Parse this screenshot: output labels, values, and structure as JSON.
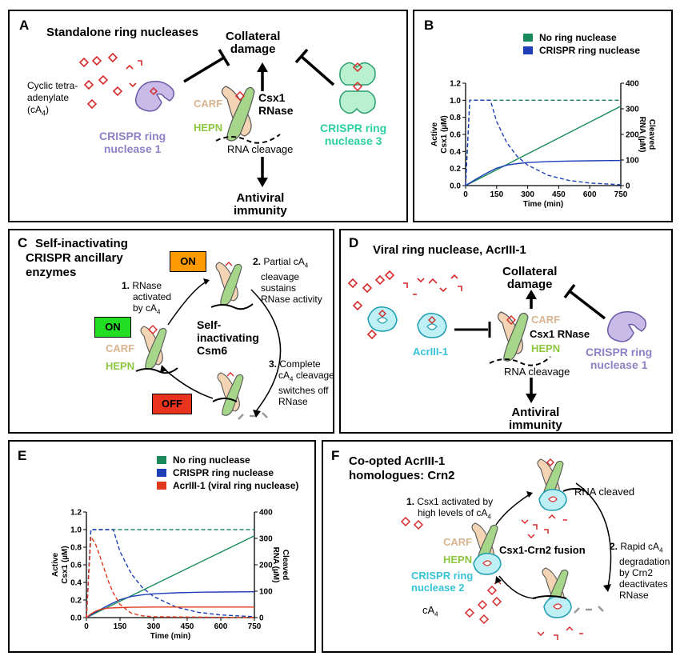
{
  "panelA": {
    "letter": "A",
    "title": "Standalone ring nucleases",
    "collateral": [
      "Collateral",
      "damage"
    ],
    "cyclic": [
      "Cyclic tetra-",
      "adenylate"
    ],
    "cyclic_abbr": "(cA",
    "cyclic_sub": "4",
    "cyclic_close": ")",
    "csx1": [
      "Csx1",
      "RNase"
    ],
    "carf": "CARF",
    "hepn": "HEPN",
    "crispr1": [
      "CRISPR ring",
      "nuclease 1"
    ],
    "crispr3": [
      "CRISPR ring",
      "nuclease 3"
    ],
    "rna_cleavage": "RNA cleavage",
    "antiviral": [
      "Antiviral",
      "immunity"
    ]
  },
  "panelB": {
    "letter": "B",
    "legend": [
      "No ring nuclease",
      "CRISPR ring nuclease"
    ],
    "ylabel_left": [
      "Active",
      "Csx1 (µM)"
    ],
    "ylabel_right": [
      "Cleaved",
      "RNA (µM)"
    ],
    "xlabel": "Time (min)"
  },
  "panelC": {
    "letter": "C",
    "title": [
      "Self-inactivating",
      "CRISPR ancillary",
      "enzymes"
    ],
    "on_top": "ON",
    "on_left": "ON",
    "off": "OFF",
    "step1": [
      "RNase",
      "activated",
      "by cA"
    ],
    "step1_num": "1.",
    "step1_sub": "4",
    "step2_num": "2.",
    "step2": [
      "Partial cA",
      "cleavage",
      "sustains",
      "RNase activity"
    ],
    "step2_sub": "4",
    "step3_num": "3.",
    "step3": [
      "Complete",
      "cA",
      "cleavage",
      "switches off",
      "RNase"
    ],
    "step3_sub": "4",
    "center": [
      "Self-",
      "inactivating",
      "Csm6"
    ],
    "carf": "CARF",
    "hepn": "HEPN"
  },
  "panelD": {
    "letter": "D",
    "title": "Viral ring nuclease, AcrIII-1",
    "collateral": [
      "Collateral",
      "damage"
    ],
    "acr": "AcrIII-1",
    "carf": "CARF",
    "csx1": "Csx1 RNase",
    "hepn": "HEPN",
    "rna_cleavage": "RNA cleavage",
    "crispr1": [
      "CRISPR ring",
      "nuclease 1"
    ],
    "antiviral": [
      "Antiviral",
      "immunity"
    ]
  },
  "panelE": {
    "letter": "E",
    "legend": [
      "No ring nuclease",
      "CRISPR ring nuclease",
      "AcrIII-1 (viral ring nuclease)"
    ],
    "ylabel_left": [
      "Active",
      "Csx1 (µM)"
    ],
    "ylabel_right": [
      "Cleaved",
      "RNA (µM)"
    ],
    "xlabel": "Time (min)"
  },
  "panelF": {
    "letter": "F",
    "title": [
      "Co-opted AcrIII-1",
      "homologues: Crn2"
    ],
    "step1_num": "1.",
    "step1": [
      "Csx1 activated by",
      "high levels of cA"
    ],
    "step1_sub": "4",
    "rna_cleaved": "RNA cleaved",
    "carf": "CARF",
    "hepn": "HEPN",
    "fusion": "Csx1-Crn2 fusion",
    "crispr2": [
      "CRISPR ring",
      "nuclease 2"
    ],
    "step2_num": "2.",
    "step2": [
      "Rapid cA",
      "degradation",
      "by Crn2",
      "deactivates",
      "RNase"
    ],
    "step2_sub": "4",
    "ca4": "cA",
    "ca4_sub": "4"
  },
  "colors": {
    "green": "#1a8a5a",
    "blue": "#1f3fb8",
    "red": "#e0391b",
    "purple": "#8f80c7",
    "teal": "#2ccfa0",
    "cyan": "#38c4d6",
    "on": "#22dd22",
    "on_orange": "#ff9a00",
    "off": "#e8341c"
  },
  "chart_data": [
    {
      "type": "line",
      "panel": "B",
      "xlabel": "Time (min)",
      "ylabel": "Active Csx1 (µM)",
      "ylabel_right": "Cleaved RNA (µM)",
      "xlim": [
        0,
        750
      ],
      "ylim": [
        0,
        1.2
      ],
      "ylim_right": [
        0,
        400
      ],
      "xticks": [
        0,
        150,
        300,
        450,
        600,
        750
      ],
      "yticks": [
        0.0,
        0.2,
        0.4,
        0.6,
        0.8,
        1.0,
        1.2
      ],
      "yticks_right": [
        0,
        100,
        200,
        300,
        400
      ],
      "legend_position": "top",
      "series": [
        {
          "name": "No ring nuclease",
          "axis": "left",
          "style": "dashed",
          "x": [
            0,
            20,
            750
          ],
          "y": [
            0,
            1.0,
            1.0
          ]
        },
        {
          "name": "No ring nuclease",
          "axis": "right",
          "style": "solid",
          "x": [
            0,
            150,
            300,
            450,
            600,
            750
          ],
          "y": [
            0,
            62,
            124,
            186,
            248,
            310
          ]
        },
        {
          "name": "CRISPR ring nuclease",
          "axis": "left",
          "style": "dashed",
          "x": [
            0,
            20,
            120,
            150,
            200,
            250,
            300,
            400,
            500,
            600,
            750
          ],
          "y": [
            0,
            1.0,
            1.0,
            0.75,
            0.5,
            0.34,
            0.24,
            0.12,
            0.06,
            0.03,
            0.01
          ]
        },
        {
          "name": "CRISPR ring nuclease",
          "axis": "right",
          "style": "solid",
          "x": [
            0,
            50,
            100,
            150,
            200,
            250,
            300,
            400,
            500,
            600,
            750
          ],
          "y": [
            0,
            25,
            48,
            68,
            80,
            86,
            90,
            94,
            96,
            97,
            98
          ]
        }
      ]
    },
    {
      "type": "line",
      "panel": "E",
      "xlabel": "Time (min)",
      "ylabel": "Active Csx1 (µM)",
      "ylabel_right": "Cleaved RNA (µM)",
      "xlim": [
        0,
        750
      ],
      "ylim": [
        0,
        1.2
      ],
      "ylim_right": [
        0,
        400
      ],
      "xticks": [
        0,
        150,
        300,
        450,
        600,
        750
      ],
      "yticks": [
        0.0,
        0.2,
        0.4,
        0.6,
        0.8,
        1.0,
        1.2
      ],
      "yticks_right": [
        0,
        100,
        200,
        300,
        400
      ],
      "legend_position": "top",
      "series": [
        {
          "name": "No ring nuclease",
          "axis": "left",
          "style": "dashed",
          "x": [
            0,
            20,
            750
          ],
          "y": [
            0,
            1.0,
            1.0
          ]
        },
        {
          "name": "No ring nuclease",
          "axis": "right",
          "style": "solid",
          "x": [
            0,
            150,
            300,
            450,
            600,
            750
          ],
          "y": [
            0,
            62,
            124,
            186,
            248,
            310
          ]
        },
        {
          "name": "CRISPR ring nuclease",
          "axis": "left",
          "style": "dashed",
          "x": [
            0,
            20,
            120,
            150,
            200,
            250,
            300,
            400,
            500,
            600,
            750
          ],
          "y": [
            0,
            1.0,
            1.0,
            0.75,
            0.5,
            0.34,
            0.24,
            0.12,
            0.06,
            0.03,
            0.01
          ]
        },
        {
          "name": "CRISPR ring nuclease",
          "axis": "right",
          "style": "solid",
          "x": [
            0,
            50,
            100,
            150,
            200,
            250,
            300,
            400,
            500,
            600,
            750
          ],
          "y": [
            0,
            25,
            48,
            68,
            80,
            86,
            90,
            94,
            96,
            97,
            98
          ]
        },
        {
          "name": "AcrIII-1 (viral ring nuclease)",
          "axis": "left",
          "style": "dashed",
          "x": [
            0,
            20,
            40,
            60,
            80,
            100,
            120,
            150,
            200,
            250,
            300,
            750
          ],
          "y": [
            0,
            0.92,
            0.84,
            0.7,
            0.55,
            0.4,
            0.28,
            0.15,
            0.05,
            0.02,
            0.01,
            0
          ]
        },
        {
          "name": "AcrIII-1 (viral ring nuclease)",
          "axis": "right",
          "style": "solid",
          "x": [
            0,
            20,
            40,
            60,
            80,
            100,
            150,
            200,
            300,
            750
          ],
          "y": [
            0,
            14,
            24,
            30,
            34,
            36,
            38,
            39,
            40,
            40
          ]
        }
      ]
    }
  ]
}
